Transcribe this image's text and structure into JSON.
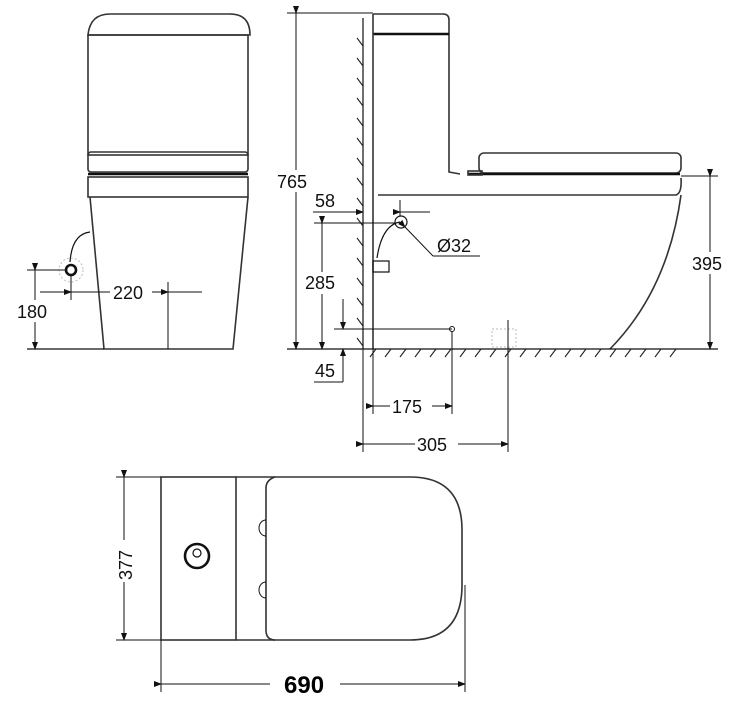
{
  "drawing": {
    "type": "technical-dimension-drawing",
    "subject": "close-coupled toilet",
    "units": "mm",
    "views": {
      "front": {
        "dimensions": {
          "inlet_height": "180",
          "inlet_offset": "220"
        }
      },
      "side": {
        "dimensions": {
          "overall_height": "765",
          "inlet_wall_offset": "58",
          "inlet_pipe_diameter": "Ø32",
          "inlet_height": "285",
          "outlet_height_small": "45",
          "inlet_to_wall_distance": "175",
          "outlet_wall_distance": "305",
          "seat_height": "395"
        }
      },
      "top": {
        "dimensions": {
          "overall_width": "377",
          "overall_length": "690"
        }
      }
    }
  },
  "colors": {
    "line": "#111111",
    "background": "#ffffff",
    "faint": "#bbbbbb"
  }
}
